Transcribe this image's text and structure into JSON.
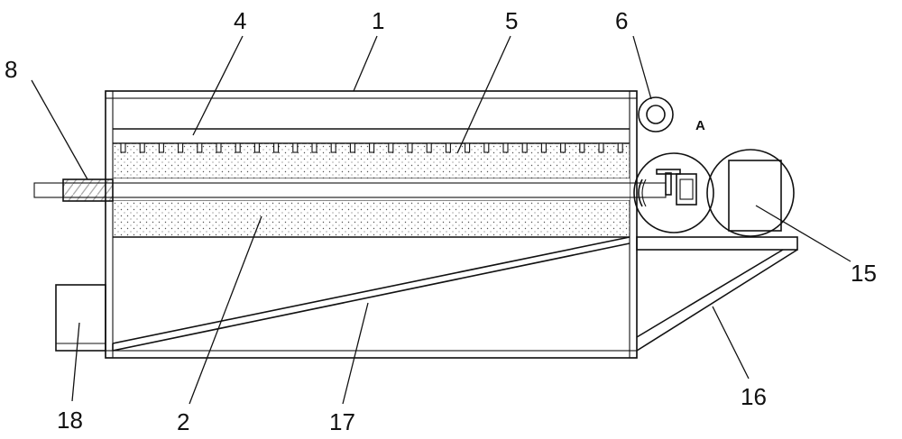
{
  "labels": {
    "l1": "1",
    "l2": "2",
    "l4": "4",
    "l5": "5",
    "l6": "6",
    "l8": "8",
    "lA": "A",
    "l15": "15",
    "l16": "16",
    "l17": "17",
    "l18": "18"
  }
}
